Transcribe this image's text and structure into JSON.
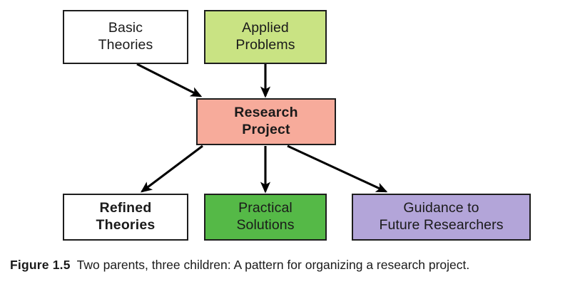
{
  "figure": {
    "caption_prefix": "Figure 1.5",
    "caption_text": "Two parents, three children: A pattern for organizing a research project."
  },
  "diagram": {
    "type": "flowchart",
    "nodes": [
      {
        "id": "basic-theories",
        "label": "Basic\nTheories",
        "role": "parent",
        "fill": "#ffffff",
        "stroke": "#1d1d1d",
        "bold": false
      },
      {
        "id": "applied-problems",
        "label": "Applied\nProblems",
        "role": "parent",
        "fill": "#c9e383",
        "stroke": "#1d1d1d",
        "bold": false
      },
      {
        "id": "research-project",
        "label": "Research\nProject",
        "role": "center",
        "fill": "#f7ab9b",
        "stroke": "#1d1d1d",
        "bold": true
      },
      {
        "id": "refined-theories",
        "label": "Refined\nTheories",
        "role": "child",
        "fill": "#ffffff",
        "stroke": "#1d1d1d",
        "bold": true
      },
      {
        "id": "practical-solutions",
        "label": "Practical\nSolutions",
        "role": "child",
        "fill": "#55b947",
        "stroke": "#1d1d1d",
        "bold": false
      },
      {
        "id": "guidance-future-researchers",
        "label": "Guidance to\nFuture Researchers",
        "role": "child",
        "fill": "#b3a5d9",
        "stroke": "#1d1d1d",
        "bold": false
      }
    ],
    "edges": [
      {
        "id": "basic-to-research",
        "from": "basic-theories",
        "to": "research-project",
        "style": "diagonal-arrow"
      },
      {
        "id": "applied-to-research",
        "from": "applied-problems",
        "to": "research-project",
        "style": "vertical-arrow"
      },
      {
        "id": "research-to-refined",
        "from": "research-project",
        "to": "refined-theories",
        "style": "diagonal-arrow"
      },
      {
        "id": "research-to-practical",
        "from": "research-project",
        "to": "practical-solutions",
        "style": "vertical-arrow"
      },
      {
        "id": "research-to-guidance",
        "from": "research-project",
        "to": "guidance-future-researchers",
        "style": "diagonal-arrow"
      }
    ],
    "arrow_color": "#000000"
  }
}
